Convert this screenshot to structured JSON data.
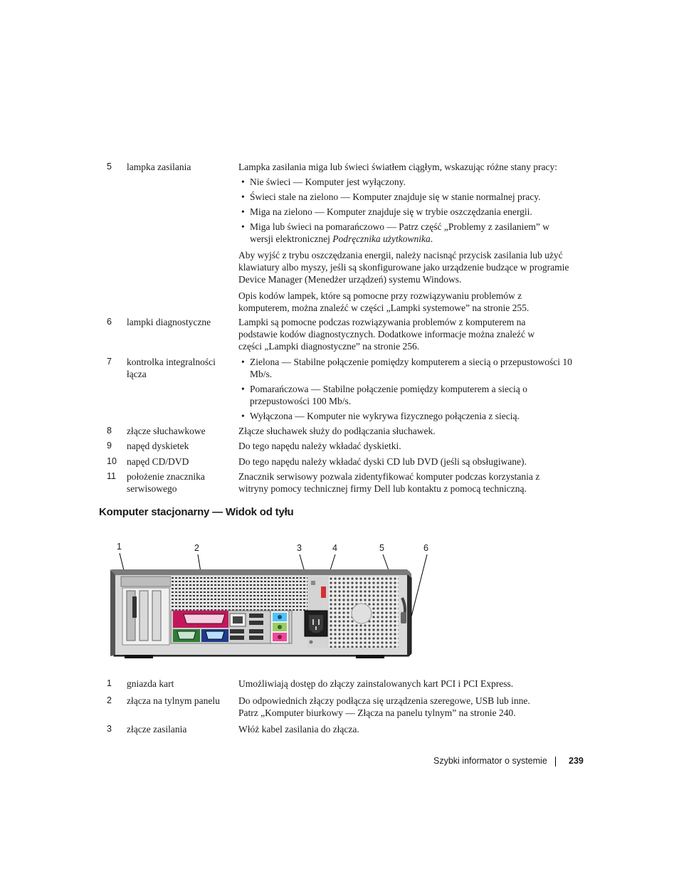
{
  "table1": [
    {
      "num": "5",
      "label": "lampka zasilania"
    },
    {
      "num": "6",
      "label": "lampki diagnostyczne"
    },
    {
      "num": "7",
      "label": "kontrolka integralności łącza"
    },
    {
      "num": "8",
      "label": "złącze słuchawkowe"
    },
    {
      "num": "9",
      "label": "napęd dyskietek"
    },
    {
      "num": "10",
      "label": "napęd CD/DVD"
    },
    {
      "num": "11",
      "label": "położenie znacznika serwisowego"
    }
  ],
  "row5": {
    "intro": "Lampka zasilania miga lub świeci światłem ciągłym, wskazując różne stany pracy:",
    "bullet1": "Nie świeci — Komputer jest wyłączony.",
    "bullet2": "Świeci stale na zielono — Komputer znajduje się w stanie normalnej pracy.",
    "bullet3": "Miga na zielono — Komputer znajduje się w trybie oszczędzania energii.",
    "bullet4": "Miga lub świeci na pomarańczowo — Patrz część „Problemy z zasilaniem” w wersji elektronicznej",
    "bullet4_ital": "Podręcznika użytkownika",
    "bullet4_end": ".",
    "para1": "Aby wyjść z trybu oszczędzania energii, należy nacisnąć przycisk zasilania lub użyć klawiatury albo myszy, jeśli są skonfigurowane jako urządzenie budzące w programie Device Manager (Menedżer urządzeń) systemu Windows.",
    "para2": "Opis kodów lampek, które są pomocne przy rozwiązywaniu problemów z komputerem, można znaleźć w części „Lampki systemowe” na stronie 255."
  },
  "row6": {
    "desc": "Lampki są pomocne podczas rozwiązywania problemów z komputerem na podstawie kodów diagnostycznych. Dodatkowe informacje można znaleźć w części „Lampki diagnostyczne” na stronie 256."
  },
  "row7": {
    "bullet1": "Zielona — Stabilne połączenie pomiędzy komputerem a siecią o przepustowości 10 Mb/s.",
    "bullet2": "Pomarańczowa — Stabilne połączenie pomiędzy komputerem a siecią o przepustowości 100 Mb/s.",
    "bullet3": "Wyłączona — Komputer nie wykrywa fizycznego połączenia z siecią."
  },
  "row8": {
    "desc": "Złącze słuchawek służy do podłączania słuchawek."
  },
  "row9": {
    "desc": "Do tego napędu należy wkładać dyskietki."
  },
  "row10": {
    "desc": "Do tego napędu należy wkładać dyski CD lub DVD (jeśli są obsługiwane)."
  },
  "row11": {
    "desc": "Znacznik serwisowy pozwala zidentyfikować komputer podczas korzystania z witryny pomocy technicznej firmy Dell lub kontaktu z pomocą techniczną."
  },
  "heading": "Komputer stacjonarny — Widok od tyłu",
  "figure": {
    "callouts": [
      "1",
      "2",
      "3",
      "4",
      "5",
      "6"
    ],
    "colors": {
      "parallel": "#c2185b",
      "serial": "#2e7d32",
      "vga": "#1e3a8a",
      "audio_blue": "#4fc3f7",
      "audio_green": "#9ccc65",
      "audio_pink": "#ec4899",
      "power_led": "#d32f2f"
    }
  },
  "table2": [
    {
      "num": "1",
      "label": "gniazda kart",
      "desc": "Umożliwiają dostęp do złączy zainstalowanych kart PCI i PCI Express."
    },
    {
      "num": "2",
      "label": "złącza na tylnym panelu",
      "desc": "Do odpowiednich złączy podłącza się urządzenia szeregowe, USB lub inne. Patrz „Komputer biurkowy — Złącza na panelu tylnym” na stronie 240."
    },
    {
      "num": "3",
      "label": "złącze zasilania",
      "desc": "Włóż kabel zasilania do złącza."
    }
  ],
  "footer": {
    "section": "Szybki informator o systemie",
    "page": "239"
  }
}
